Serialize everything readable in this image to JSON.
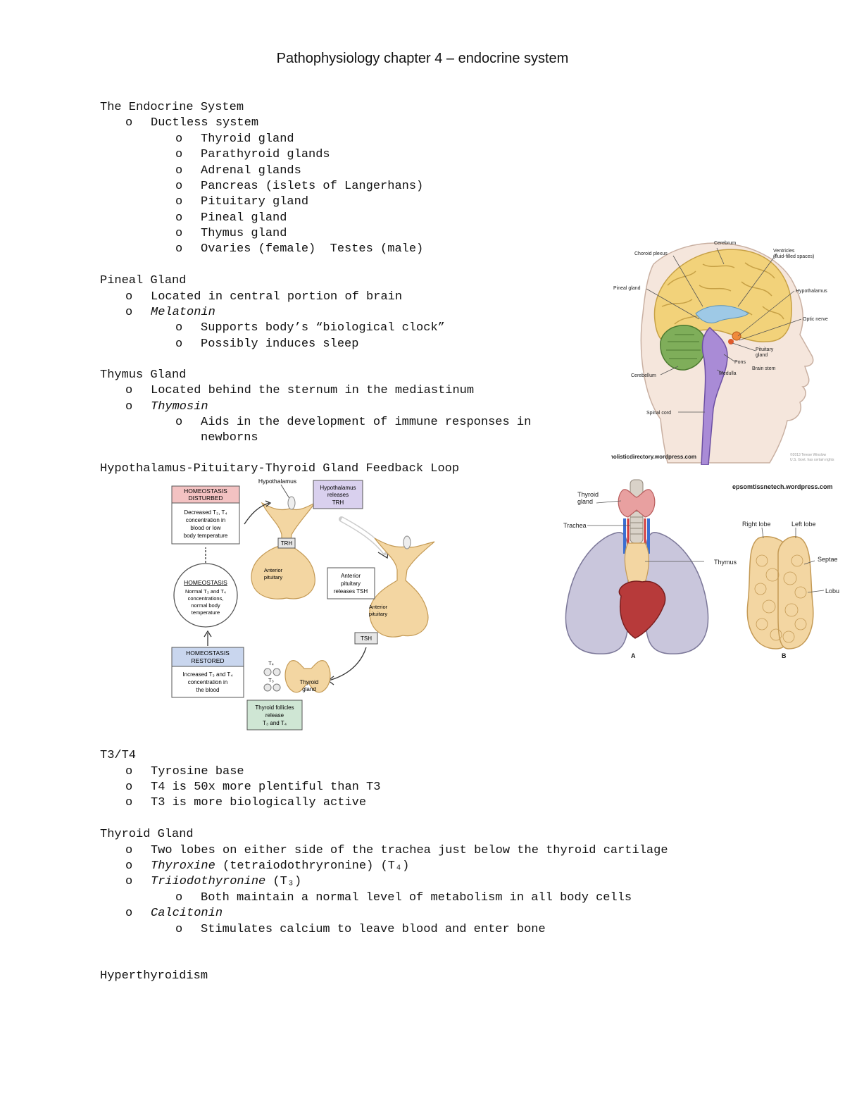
{
  "title": "Pathophysiology chapter 4 – endocrine system",
  "bullet": "o",
  "endocrine": {
    "heading": "The Endocrine System",
    "ductless": "Ductless system",
    "glands": [
      "Thyroid gland",
      "Parathyroid glands",
      "Adrenal glands",
      "Pancreas (islets of Langerhans)",
      "Pituitary gland",
      "Pineal gland",
      "Thymus gland",
      "Ovaries (female)  Testes (male)"
    ]
  },
  "pineal": {
    "heading": "Pineal Gland",
    "location": "Located in central portion of brain",
    "hormone": "Melatonin",
    "effects": [
      "Supports body’s “biological clock”",
      "Possibly induces sleep"
    ]
  },
  "thymus": {
    "heading": "Thymus Gland",
    "location": "Located behind the sternum in the mediastinum",
    "hormone": "Thymosin",
    "effect_line1": "Aids in the development of immune responses in",
    "effect_line2": "newborns"
  },
  "feedback": {
    "heading": "Hypothalamus-Pituitary-Thyroid Gland Feedback Loop",
    "disturbed_title_1": "HOMEOSTASIS",
    "disturbed_title_2": "DISTURBED",
    "disturbed_text": [
      "Decreased T₃, T₄",
      "concentration in",
      "blood or low",
      "body temperature"
    ],
    "hypothalamus": "Hypothalamus",
    "hypo_release": [
      "Hypothalamus",
      "releases",
      "TRH"
    ],
    "trh": "TRH",
    "ant_pit_left": [
      "Anterior",
      "pituitary"
    ],
    "ant_pit_release": [
      "Anterior",
      "pituitary",
      "releases TSH"
    ],
    "ant_pit_right": [
      "Anterior",
      "pituitary"
    ],
    "tsh": "TSH",
    "homeostasis": [
      "HOMEOSTASIS",
      "Normal T₃ and T₄",
      "concentrations,",
      "normal body",
      "temperature"
    ],
    "restored_title_1": "HOMEOSTASIS",
    "restored_title_2": "RESTORED",
    "restored_text": [
      "Increased T₃ and T₄",
      "concentration in",
      "the blood"
    ],
    "t4": "T₄",
    "t3": "T₃",
    "thyroid": [
      "Thyroid",
      "gland"
    ],
    "follicles": [
      "Thyroid follicles",
      "release",
      "T₃ and T₄"
    ]
  },
  "brain": {
    "labels": {
      "cerebrum": "Cerebrum",
      "choroid": "Choroid plexus",
      "ventricles": [
        "Ventricles",
        "(fluid-filled spaces)"
      ],
      "pineal": "Pineal gland",
      "hypothalamus": "Hypothalamus",
      "optic": "Optic nerve",
      "pituitary": [
        "Pituitary",
        "gland"
      ],
      "pons": "Pons",
      "brainstem": "Brain stem",
      "medulla": "Medulla",
      "cerebellum": "Cerebellum",
      "spinal": "Spinal cord",
      "source": "theholisticdirectory.wordpress.com",
      "copyright": [
        "©2013 Terese Winslow",
        "U.S. Govt. has certain rights"
      ]
    }
  },
  "thyroid_fig": {
    "source": "epsomtissnetech.wordpress.com",
    "thyroid": [
      "Thyroid",
      "gland"
    ],
    "trachea": "Trachea",
    "thymus": "Thymus",
    "right_lobe": "Right lobe",
    "left_lobe": "Left lobe",
    "septae": "Septae",
    "lobule": "Lobule",
    "a": "A",
    "b": "B"
  },
  "t3t4": {
    "heading": "T3/T4",
    "items": [
      "Tyrosine base",
      "T4 is 50x more plentiful than T3",
      "T3 is more biologically active"
    ]
  },
  "thyroid": {
    "heading": "Thyroid Gland",
    "lobes": "Two lobes on either side of the trachea just below the thyroid cartilage",
    "thyroxine": "Thyroxine",
    "thyroxine_rest": " (tetraiodothryronine) (T₄)",
    "triiodo": "Triiodothyronine",
    "triiodo_rest": " (T₃)",
    "both": "Both maintain a normal level of metabolism in all body cells",
    "calcitonin": "Calcitonin",
    "calcitonin_effect": "Stimulates calcium to leave blood and enter bone"
  },
  "hyper": {
    "heading": "Hyperthyroidism"
  },
  "colors": {
    "cortex": "#f2d27a",
    "cerebellum": "#7fae5a",
    "brainstem": "#a98bd6",
    "lung": "#c9c6dc",
    "thyroid_tissue": "#f3d6a2",
    "disturbed_bar": "#f3c2c2",
    "restored_bar": "#c9d6ee",
    "trh_bar": "#d9d0ee",
    "follicle_bar": "#cfe6d4"
  }
}
